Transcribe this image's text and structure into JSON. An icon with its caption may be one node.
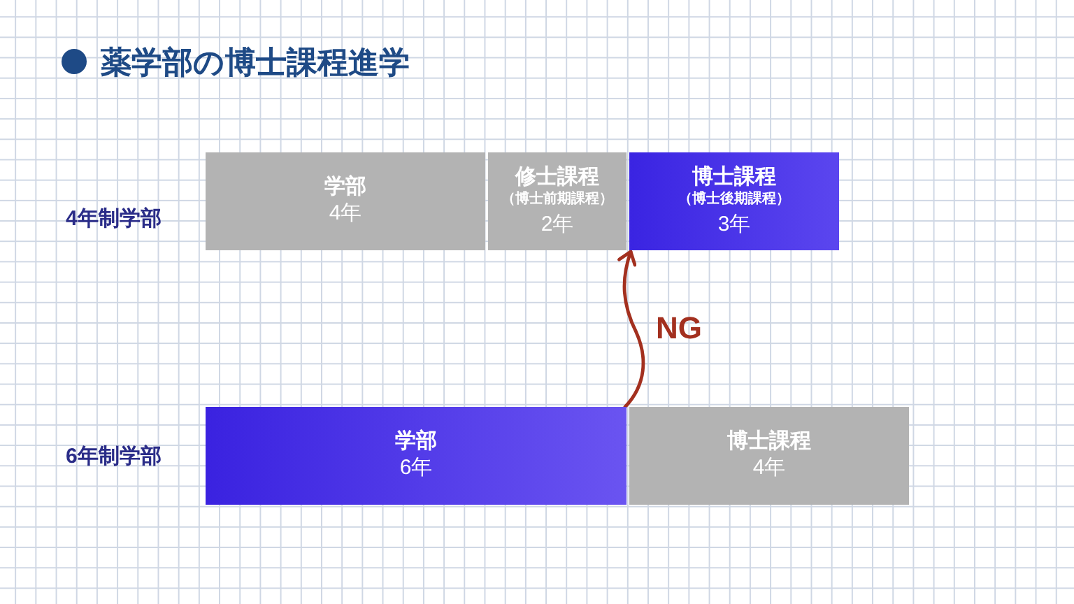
{
  "diagram": {
    "title": "薬学部の博士課程進学",
    "nodes": [
      {
        "text": [
          "学部",
          "4年"
        ]
      },
      {
        "text": [
          "修士課程",
          "（博士前期課程）",
          "2年"
        ]
      },
      {
        "text": [
          "博士課程",
          "（博士後期課程）",
          "3年"
        ]
      },
      {
        "text": [
          "学部",
          "6年"
        ]
      },
      {
        "text": [
          "博士課程",
          "4年"
        ]
      }
    ],
    "edges": [
      {
        "from": 3,
        "to": 2,
        "arrow": "to",
        "label": "NG",
        "color": "#a3301f"
      }
    ],
    "labels": [
      "4年制学部",
      "6年制学部"
    ]
  }
}
